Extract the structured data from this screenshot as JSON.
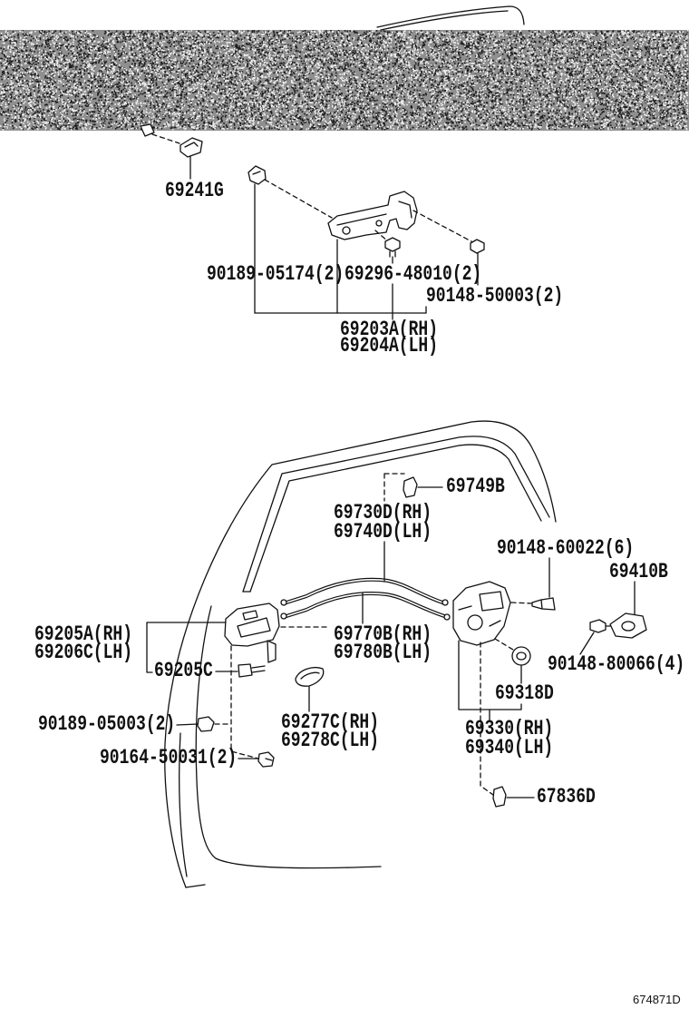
{
  "diagram": {
    "callouts": [
      "69241G",
      "90189-05174(2)",
      "69296-48010(2)",
      "90148-50003(2)",
      "69203A(RH)",
      "69204A(LH)",
      "69749B",
      "69730D(RH)",
      "69740D(LH)",
      "90148-60022(6)",
      "69410B",
      "69205A(RH)",
      "69206C(LH)",
      "69770B(RH)",
      "69780B(LH)",
      "90148-80066(4)",
      "69205C",
      "69318D",
      "90189-05003(2)",
      "69277C(RH)",
      "69278C(LH)",
      "69330(RH)",
      "69340(LH)",
      "90164-50031(2)",
      "67836D"
    ],
    "drawing_number": "674871D"
  },
  "colors": {
    "ink": "#111111",
    "background": "#ffffff",
    "obscured_band": "#8f8f8f"
  }
}
